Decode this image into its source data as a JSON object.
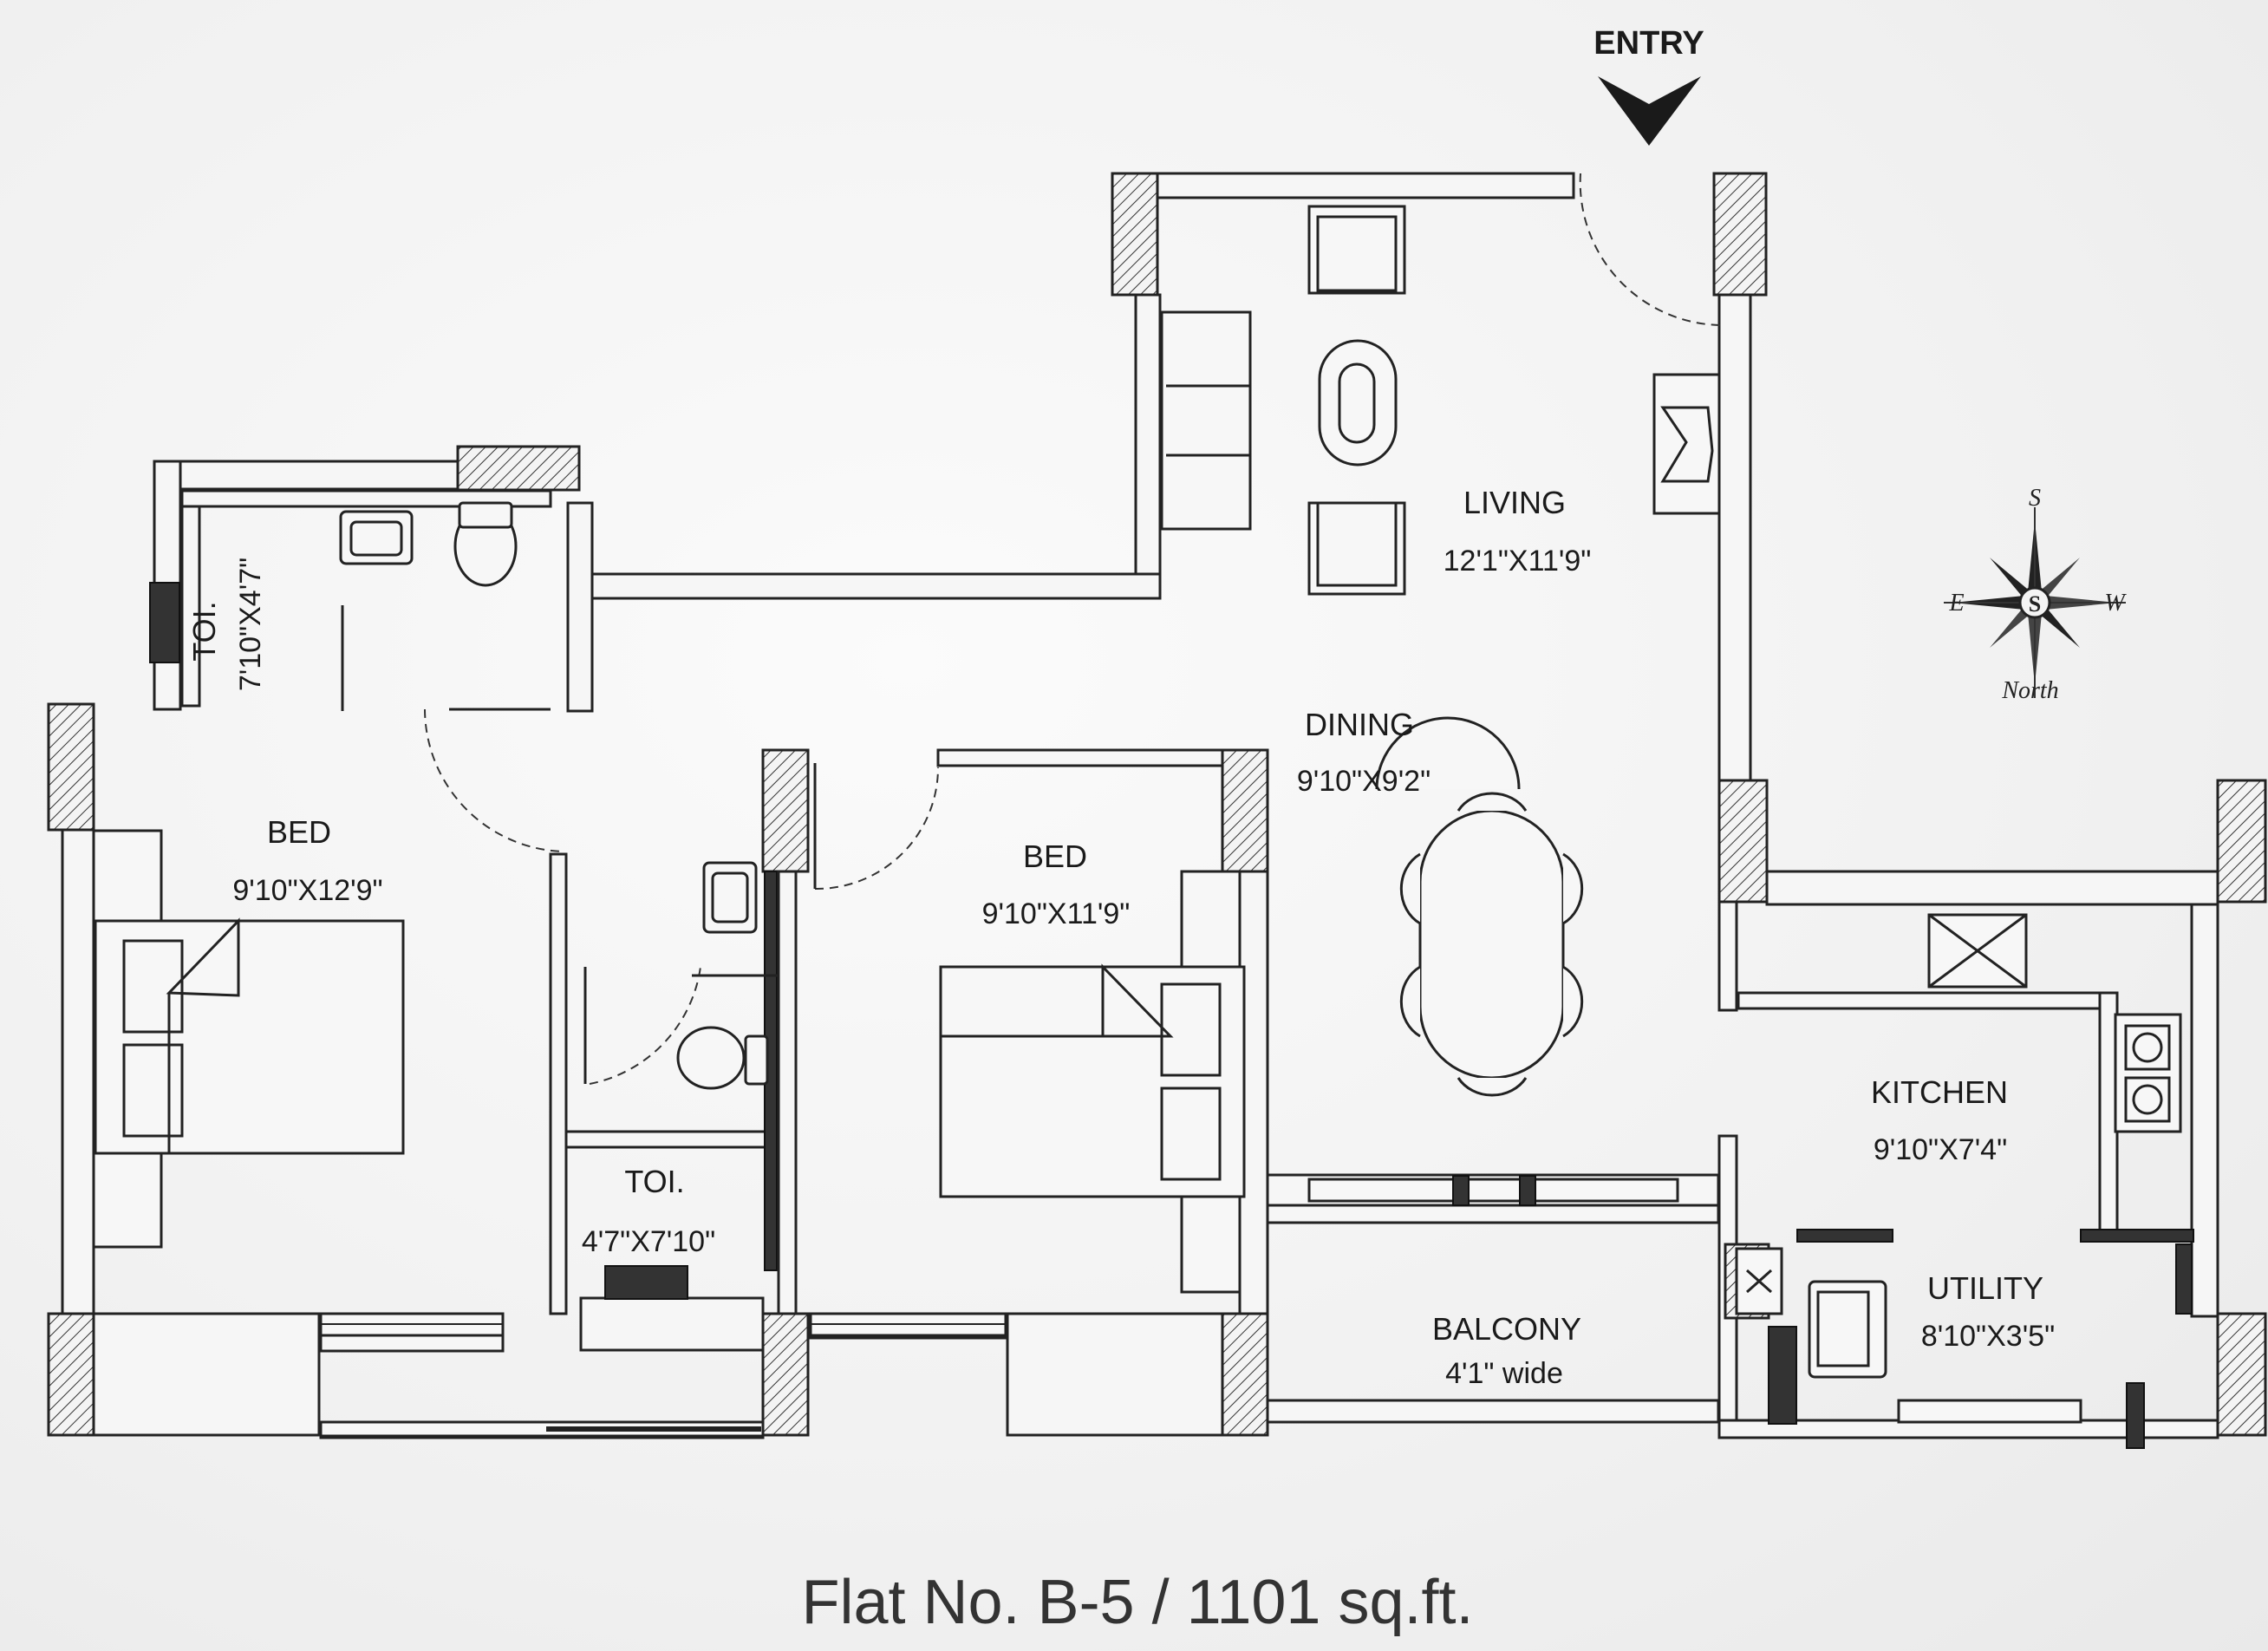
{
  "entry_label": "ENTRY",
  "rooms": {
    "toilet_1": {
      "name": "TOI.",
      "dim": "7'10\"X4'7\""
    },
    "bed_1": {
      "name": "BED",
      "dim": "9'10\"X12'9\""
    },
    "toilet_2": {
      "name": "TOI.",
      "dim": "4'7\"X7'10\""
    },
    "bed_2": {
      "name": "BED",
      "dim": "9'10\"X11'9\""
    },
    "living": {
      "name": "LIVING",
      "dim": "12'1\"X11'9\""
    },
    "dining": {
      "name": "DINING",
      "dim": "9'10\"X9'2\""
    },
    "kitchen": {
      "name": "KITCHEN",
      "dim": "9'10\"X7'4\""
    },
    "balcony": {
      "name": "BALCONY",
      "dim": "4'1\" wide"
    },
    "utility": {
      "name": "UTILITY",
      "dim": "8'10\"X3'5\""
    }
  },
  "compass": {
    "top": "S",
    "left": "E",
    "right": "W",
    "bottom": "North",
    "center": "S"
  },
  "caption": "Flat No. B-5 / 1101 sq.ft."
}
